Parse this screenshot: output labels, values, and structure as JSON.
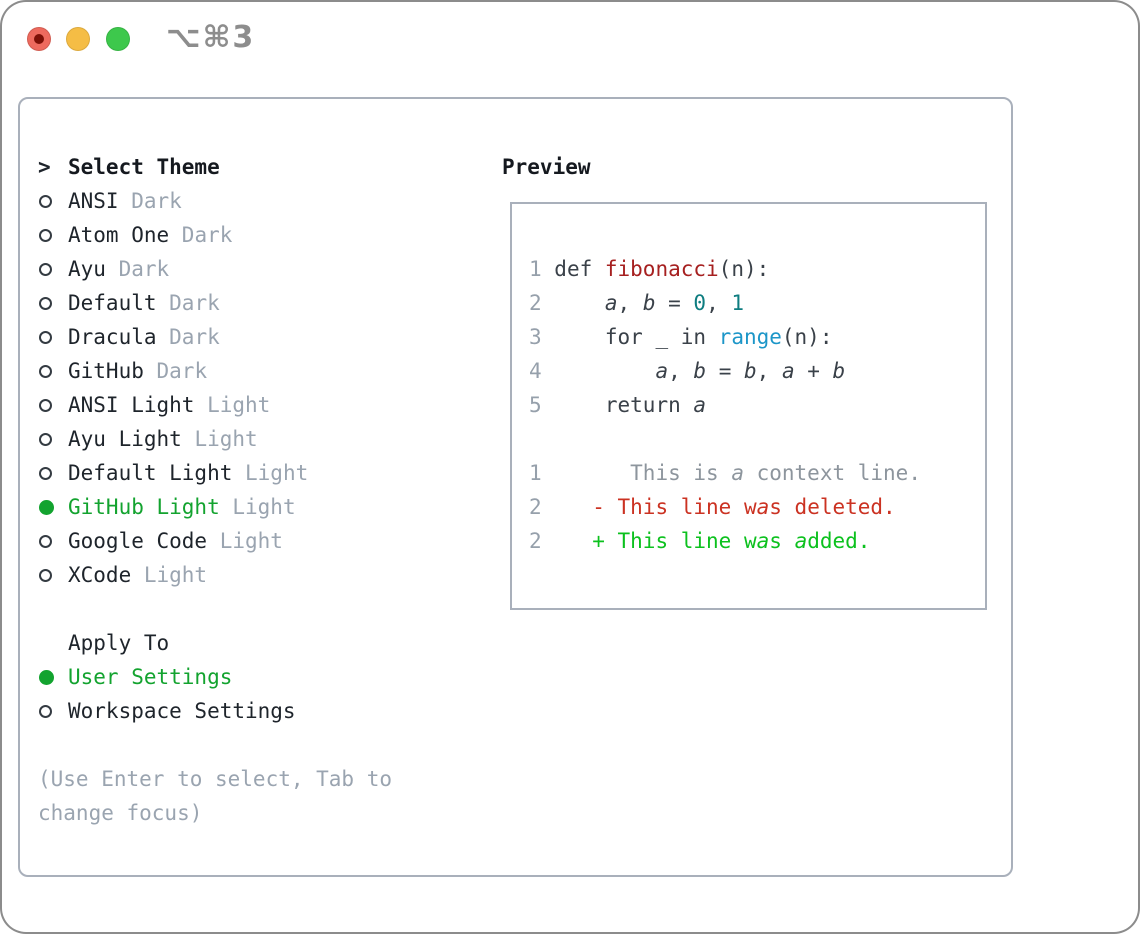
{
  "colors": {
    "text_dark": "#1e242b",
    "gray_dim": "#9aa4b0",
    "green_sel": "#13a32f",
    "radio_ring": "#343b42",
    "border_gray": "#a9b0bb",
    "title_gray": "#8d8d8d",
    "traffic_red": "#ee6a5e",
    "traffic_red_dot": "#7d1007",
    "traffic_yellow": "#f5bd45",
    "traffic_green": "#3dc84c",
    "code_fg": "#3a4149",
    "code_line_num": "#96a0ab",
    "code_func": "#a62020",
    "code_num": "#0e7d80",
    "code_builtin": "#1c96c8",
    "code_ctx": "#8d959d",
    "code_del": "#cb3222",
    "code_add": "#0cc11e"
  },
  "window": {
    "title": "⌥⌘3",
    "traffic_lights": [
      "close",
      "minimize",
      "zoom"
    ]
  },
  "sidebar": {
    "header": {
      "marker": ">",
      "label": "Select Theme"
    },
    "themes": [
      {
        "name": "ANSI",
        "variant": "Dark",
        "selected": false
      },
      {
        "name": "Atom One",
        "variant": "Dark",
        "selected": false
      },
      {
        "name": "Ayu",
        "variant": "Dark",
        "selected": false
      },
      {
        "name": "Default",
        "variant": "Dark",
        "selected": false
      },
      {
        "name": "Dracula",
        "variant": "Dark",
        "selected": false
      },
      {
        "name": "GitHub",
        "variant": "Dark",
        "selected": false
      },
      {
        "name": "ANSI Light",
        "variant": "Light",
        "selected": false
      },
      {
        "name": "Ayu Light",
        "variant": "Light",
        "selected": false
      },
      {
        "name": "Default Light",
        "variant": "Light",
        "selected": false
      },
      {
        "name": "GitHub Light",
        "variant": "Light",
        "selected": true
      },
      {
        "name": "Google Code",
        "variant": "Light",
        "selected": false
      },
      {
        "name": "XCode",
        "variant": "Light",
        "selected": false
      }
    ],
    "apply_to": {
      "label": "Apply To",
      "options": [
        {
          "name": "User Settings",
          "selected": true
        },
        {
          "name": "Workspace Settings",
          "selected": false
        }
      ]
    },
    "hint_lines": [
      "(Use Enter to select, Tab to",
      "change focus)"
    ]
  },
  "preview": {
    "label": "Preview",
    "lines": [
      [
        {
          "t": "1 ",
          "c": "code_line_num"
        },
        {
          "t": "def ",
          "c": "code_fg"
        },
        {
          "t": "fibonacci",
          "c": "code_func"
        },
        {
          "t": "(n):",
          "c": "code_fg"
        }
      ],
      [
        {
          "t": "2 ",
          "c": "code_line_num"
        },
        {
          "t": "    ",
          "c": "code_fg"
        },
        {
          "t": "a",
          "c": "code_fg",
          "i": true
        },
        {
          "t": ", ",
          "c": "code_fg"
        },
        {
          "t": "b",
          "c": "code_fg",
          "i": true
        },
        {
          "t": " = ",
          "c": "code_fg"
        },
        {
          "t": "0",
          "c": "code_num"
        },
        {
          "t": ", ",
          "c": "code_fg"
        },
        {
          "t": "1",
          "c": "code_num"
        }
      ],
      [
        {
          "t": "3 ",
          "c": "code_line_num"
        },
        {
          "t": "    for _ in ",
          "c": "code_fg"
        },
        {
          "t": "range",
          "c": "code_builtin"
        },
        {
          "t": "(n):",
          "c": "code_fg"
        }
      ],
      [
        {
          "t": "4 ",
          "c": "code_line_num"
        },
        {
          "t": "        ",
          "c": "code_fg"
        },
        {
          "t": "a",
          "c": "code_fg",
          "i": true
        },
        {
          "t": ", ",
          "c": "code_fg"
        },
        {
          "t": "b",
          "c": "code_fg",
          "i": true
        },
        {
          "t": " = ",
          "c": "code_fg"
        },
        {
          "t": "b",
          "c": "code_fg",
          "i": true
        },
        {
          "t": ", ",
          "c": "code_fg"
        },
        {
          "t": "a",
          "c": "code_fg",
          "i": true
        },
        {
          "t": " + ",
          "c": "code_fg"
        },
        {
          "t": "b",
          "c": "code_fg",
          "i": true
        }
      ],
      [
        {
          "t": "5 ",
          "c": "code_line_num"
        },
        {
          "t": "    return ",
          "c": "code_fg"
        },
        {
          "t": "a",
          "c": "code_fg",
          "i": true
        }
      ],
      [
        {
          "t": "",
          "c": "code_fg"
        }
      ],
      [
        {
          "t": "1",
          "c": "code_line_num"
        },
        {
          "t": "       This is ",
          "c": "code_ctx"
        },
        {
          "t": "a",
          "c": "code_ctx",
          "i": true
        },
        {
          "t": " context line.",
          "c": "code_ctx"
        }
      ],
      [
        {
          "t": "2",
          "c": "code_line_num"
        },
        {
          "t": "    ",
          "c": "code_fg"
        },
        {
          "t": "- This line w",
          "c": "code_del"
        },
        {
          "t": "a",
          "c": "code_del",
          "i": true
        },
        {
          "t": "s deleted.",
          "c": "code_del"
        }
      ],
      [
        {
          "t": "2",
          "c": "code_line_num"
        },
        {
          "t": "    ",
          "c": "code_fg"
        },
        {
          "t": "+ This line w",
          "c": "code_add"
        },
        {
          "t": "a",
          "c": "code_add",
          "i": true
        },
        {
          "t": "s ",
          "c": "code_add"
        },
        {
          "t": "a",
          "c": "code_add",
          "i": true
        },
        {
          "t": "dded.",
          "c": "code_add"
        }
      ]
    ]
  }
}
